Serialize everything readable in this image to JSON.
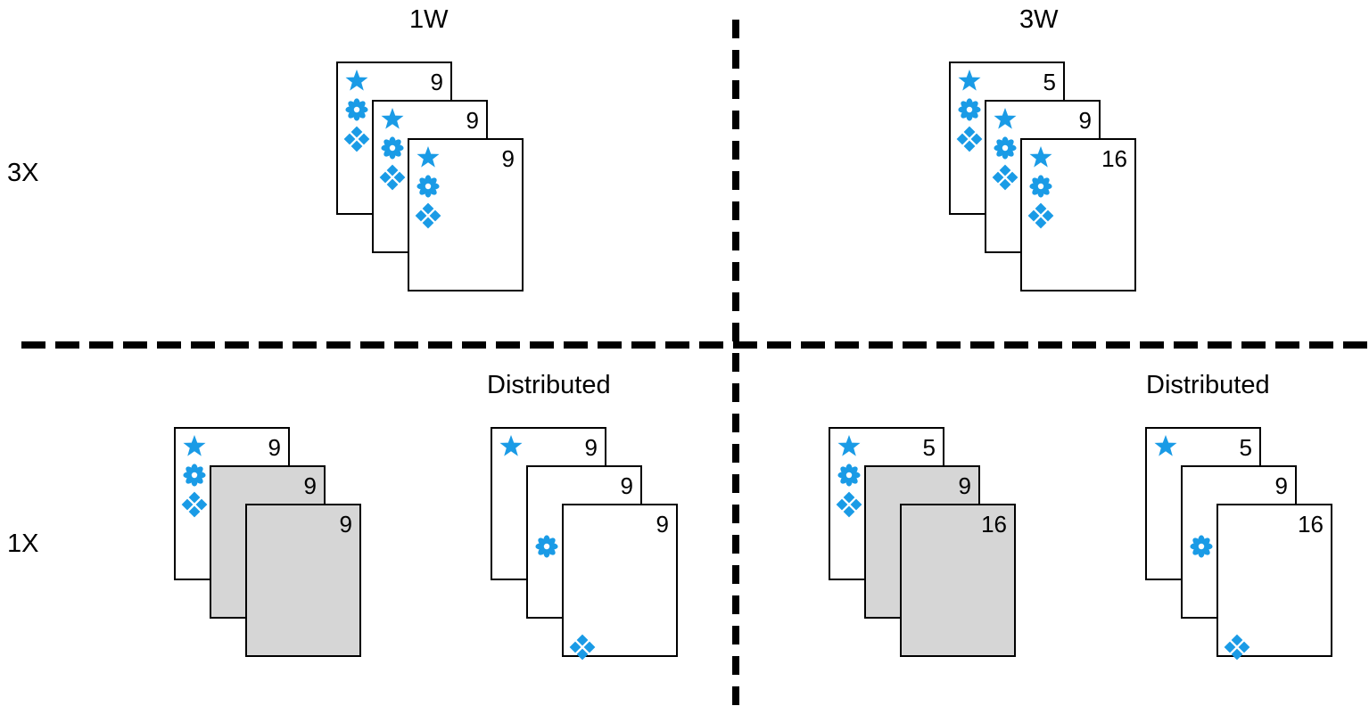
{
  "columns": {
    "left": "1W",
    "right": "3W"
  },
  "rows": {
    "top": "3X",
    "bottom": "1X"
  },
  "distributed_label": "Distributed",
  "colors": {
    "symbol": "#1a9be6",
    "gray_card": "#d6d6d6",
    "line": "#000000"
  },
  "symbol_names": [
    "star-icon",
    "flower-icon",
    "diamond-cluster-icon"
  ],
  "panels": {
    "top_left": {
      "cards": [
        {
          "number": "9",
          "symbols": [
            "star",
            "flower",
            "diamond"
          ],
          "gray": false
        },
        {
          "number": "9",
          "symbols": [
            "star",
            "flower",
            "diamond"
          ],
          "gray": false
        },
        {
          "number": "9",
          "symbols": [
            "star",
            "flower",
            "diamond"
          ],
          "gray": false
        }
      ]
    },
    "top_right": {
      "cards": [
        {
          "number": "5",
          "symbols": [
            "star",
            "flower",
            "diamond"
          ],
          "gray": false
        },
        {
          "number": "9",
          "symbols": [
            "star",
            "flower",
            "diamond"
          ],
          "gray": false
        },
        {
          "number": "16",
          "symbols": [
            "star",
            "flower",
            "diamond"
          ],
          "gray": false
        }
      ]
    },
    "bottom_left_a": {
      "cards": [
        {
          "number": "9",
          "symbols": [
            "star",
            "flower",
            "diamond"
          ],
          "gray": false
        },
        {
          "number": "9",
          "symbols": [],
          "gray": true
        },
        {
          "number": "9",
          "symbols": [],
          "gray": true
        }
      ]
    },
    "bottom_left_b": {
      "cards": [
        {
          "number": "9",
          "symbols": [
            "star"
          ],
          "gray": false
        },
        {
          "number": "9",
          "symbols": [
            "flower"
          ],
          "gray": false
        },
        {
          "number": "9",
          "symbols": [
            "diamond"
          ],
          "gray": false
        }
      ]
    },
    "bottom_right_a": {
      "cards": [
        {
          "number": "5",
          "symbols": [
            "star",
            "flower",
            "diamond"
          ],
          "gray": false
        },
        {
          "number": "9",
          "symbols": [],
          "gray": true
        },
        {
          "number": "16",
          "symbols": [],
          "gray": true
        }
      ]
    },
    "bottom_right_b": {
      "cards": [
        {
          "number": "5",
          "symbols": [
            "star"
          ],
          "gray": false
        },
        {
          "number": "9",
          "symbols": [
            "flower"
          ],
          "gray": false
        },
        {
          "number": "16",
          "symbols": [
            "diamond"
          ],
          "gray": false
        }
      ]
    }
  }
}
